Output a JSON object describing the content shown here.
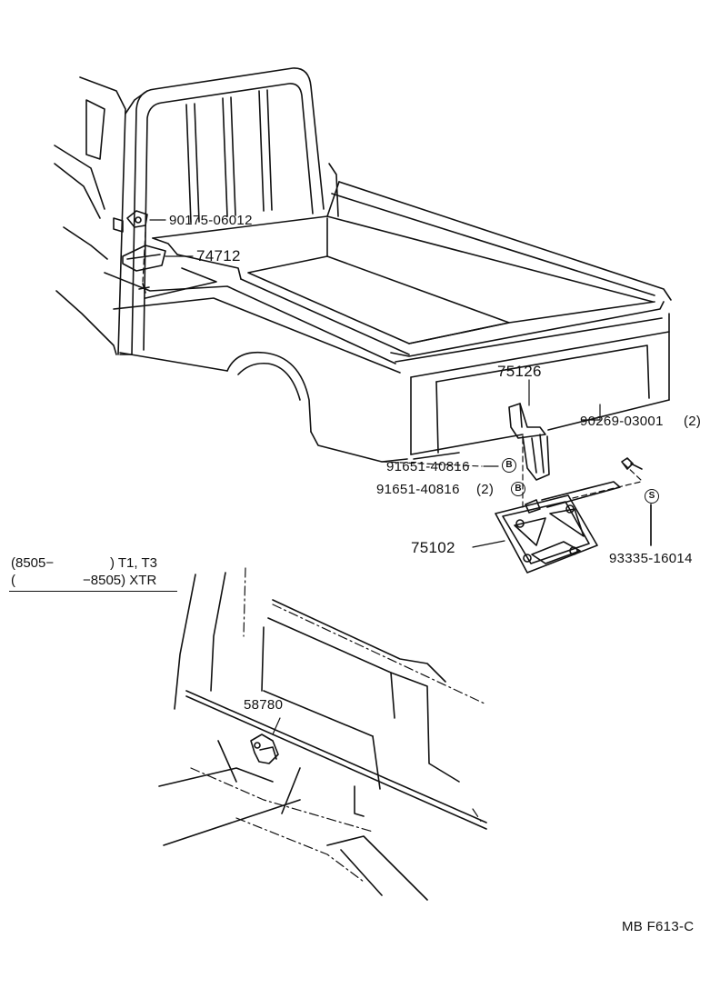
{
  "parts": {
    "p90175": "90175-06012",
    "p74712": "74712",
    "p75126": "75126",
    "p90269": "90269-03001",
    "p90269_qty": "(2)",
    "p91651a": "91651-40816",
    "p91651b": "91651-40816",
    "p91651b_qty": "(2)",
    "p75102": "75102",
    "p93335": "93335-16014",
    "p58780": "58780"
  },
  "markers": {
    "b1": "B",
    "b2": "B",
    "s": "S"
  },
  "applicability": {
    "line1_from": "(8505−",
    "line1_to": ") T1, T3",
    "line2_from": "(",
    "line2_to": "−8505) XTR"
  },
  "drawing_code": "MB F613-C"
}
